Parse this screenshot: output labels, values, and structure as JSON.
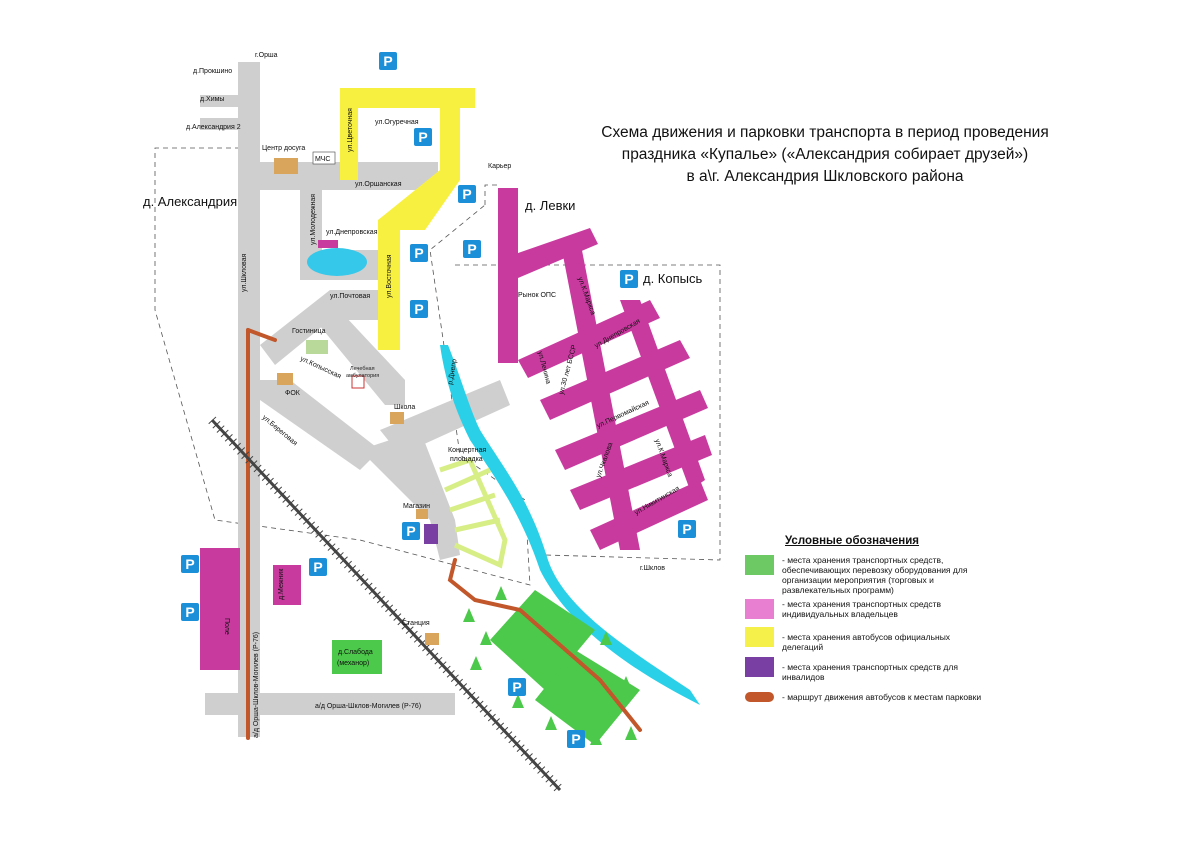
{
  "title": {
    "line1": "Схема движения и парковки транспорта в период проведения",
    "line2": "праздника «Купалье» («Александрия собирает друзей»)",
    "line3": "в а\\г. Александрия Шкловского района"
  },
  "places": {
    "orsha": "г.Орша",
    "proshkino": "д.Прокшино",
    "khimy": "д.Химы",
    "aleksandria2": "д.Александрия 2",
    "aleksandria": "д. Александрия",
    "levki": "д. Левки",
    "kopys": "д. Копысь",
    "karier": "Карьер",
    "shklov": "г.Шклов",
    "mezhniki": "д.Межник",
    "sloboda_line1": "д.Слабода",
    "sloboda_line2": "(механор)",
    "polye": "Поле"
  },
  "streets": {
    "shklovskaya": "ул.Шкловая",
    "tsvetochnaya": "ул.Цветочная",
    "ogurechnaya": "ул.Огуречная",
    "orshanskaya": "ул.Оршанская",
    "molodezhnaya": "ул.Молодежная",
    "dneprovskaya": "ул.Днепровская",
    "vostochnaya": "ул.Восточная",
    "pochtovaya": "ул.Почтовая",
    "kopysskaya": "ул.Копысская",
    "beregovaya": "ул.Береговая",
    "k_marksa": "ул.К.Маркса",
    "dneprovskaya_kopys": "ул.Днепровская",
    "lenina": "ул.Ленина",
    "let30_bssr": "ул.30 лет БССР",
    "pervomaiskaya": "ул.Первомайская",
    "chkalova": "ул.Чкалова",
    "k_marksa2": "ул.К.Маркса",
    "nikitinskaya": "ул.Никитинская",
    "river": "р.Днепр",
    "highway1": "а/д Орша-Шклов-Могилев (Р-76)",
    "highway2": "а/д Орша-Шклов-Могилев (Р-76)"
  },
  "pois": {
    "centr_dosuga": "Центр досуга",
    "mchs": "МЧС",
    "gostinitsa": "Гостиница",
    "ambulatoria_line1": "Лечебная",
    "ambulatoria_line2": "амбулатория",
    "fok": "ФОК",
    "shkola": "Школа",
    "koncert_line1": "Концертная",
    "koncert_line2": "площадка",
    "magazin": "Магазин",
    "stantsia": "Станция",
    "rynok": "Рынок ОПС"
  },
  "parking_sign": "P",
  "legend": {
    "title": "Условные обозначения",
    "items": [
      {
        "color": "#6cc964",
        "text": "- места хранения транспортных средств, обеспечивающих перевозку оборудования для организации мероприятия (торговых и развлекательных программ)"
      },
      {
        "color": "#e87fd0",
        "text": "- места хранения транспортных средств индивидуальных владельцев"
      },
      {
        "color": "#f6f04a",
        "text": "- места хранения автобусов официальных делегаций"
      },
      {
        "color": "#7a3fa3",
        "text": "- места хранения транспортных средств для инвалидов"
      },
      {
        "color": "#c1572a",
        "text": "- маршрут движения автобусов к местам парковки",
        "route": true
      }
    ]
  },
  "colors": {
    "road": "#cfcfcf",
    "yellow_zone": "#f8f040",
    "magenta_zone": "#c93a9f",
    "green_zone": "#4cc84a",
    "purple_zone": "#7a3fa3",
    "river": "#2ad0e8",
    "route": "#c1572a",
    "parking_sign": "#1b8fd8",
    "lake": "#35c8ea",
    "pathways": "#d7ee86"
  }
}
